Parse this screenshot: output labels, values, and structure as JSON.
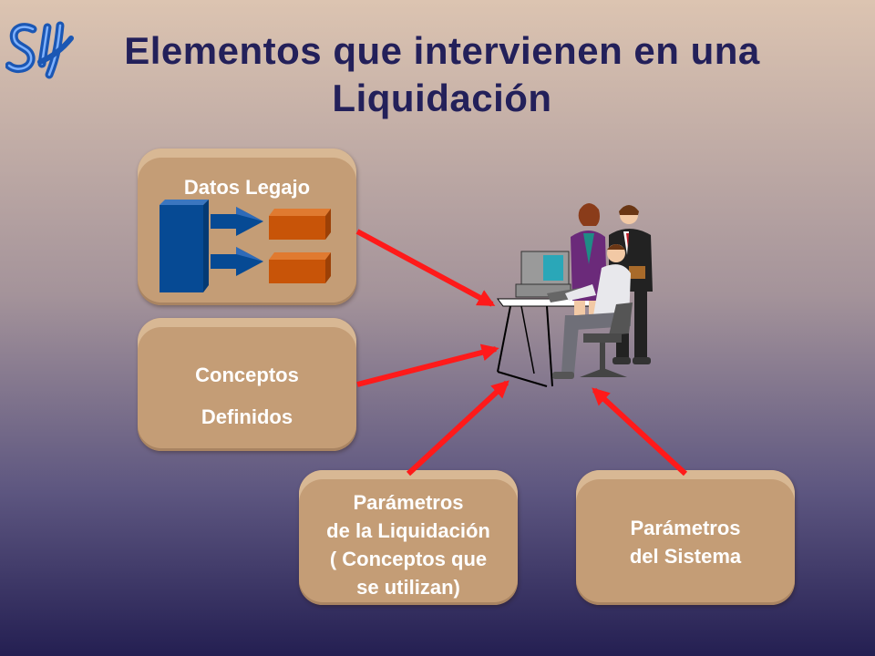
{
  "title": {
    "line1": "Elementos que intervienen en una",
    "line2": "Liquidación"
  },
  "logo": {
    "icon": "si-logo-icon",
    "text": "SI"
  },
  "boxes": {
    "legajo": {
      "title": "Datos Legajo"
    },
    "conceptos": {
      "lines": [
        "Conceptos",
        "Definidos"
      ]
    },
    "param_liquidacion": {
      "lines": [
        "Parámetros",
        "de la Liquidación",
        "( Conceptos que",
        "se utilizan)"
      ]
    },
    "param_sistema": {
      "lines": [
        "Parámetros",
        "del Sistema"
      ]
    }
  },
  "illustration": "office-workers-at-computer-icon",
  "colors": {
    "title": "#23205a",
    "box": "#c49d76",
    "arrow": "#ff1a1a",
    "file_blue": "#064a94",
    "record_orange": "#c85408"
  }
}
